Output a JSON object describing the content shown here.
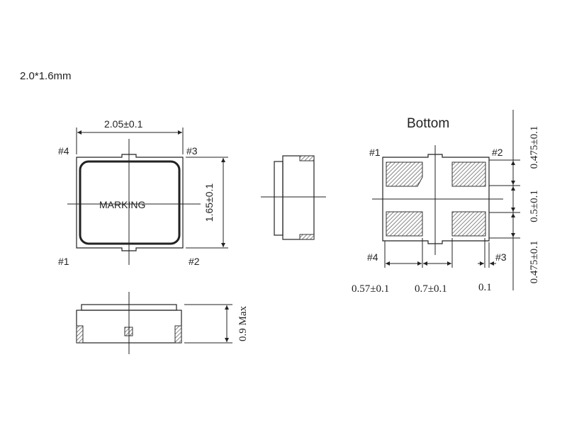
{
  "title": "2.0*1.6mm",
  "top_view": {
    "width_dim": "2.05±0.1",
    "height_dim": "1.65±0.1",
    "marking": "MARKING",
    "pin_labels": {
      "p1": "#1",
      "p2": "#2",
      "p3": "#3",
      "p4": "#4"
    }
  },
  "front_view": {
    "height_dim": "0.9 Max"
  },
  "bottom_view": {
    "heading": "Bottom",
    "pin_labels": {
      "p1": "#1",
      "p2": "#2",
      "p3": "#3",
      "p4": "#4"
    },
    "dim_pad_width": "0.57±0.1",
    "dim_pad_gap": "0.7±0.1",
    "dim_edge": "0.1",
    "dim_top_pad_height": "0.475±0.1",
    "dim_center_gap": "0.5±0.1",
    "dim_bottom_pad_height": "0.475±0.1"
  },
  "colors": {
    "line": "#222222",
    "background": "#ffffff"
  }
}
